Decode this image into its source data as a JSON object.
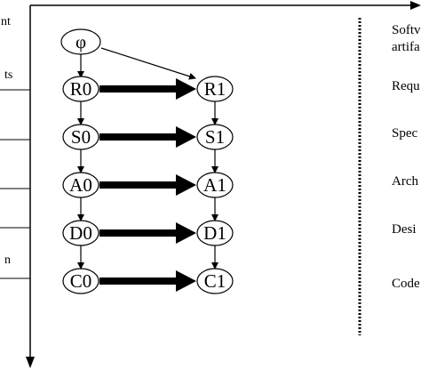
{
  "left_column": {
    "labels": [
      "nt",
      "ts",
      "n"
    ]
  },
  "diagram": {
    "root": "φ",
    "rows": [
      {
        "left": "R0",
        "right": "R1"
      },
      {
        "left": "S0",
        "right": "S1"
      },
      {
        "left": "A0",
        "right": "A1"
      },
      {
        "left": "D0",
        "right": "D1"
      },
      {
        "left": "C0",
        "right": "C1"
      }
    ]
  },
  "right_column": {
    "header_lines": [
      "Softv",
      "artifa"
    ],
    "items": [
      "Requ",
      "Spec",
      "Arch",
      "Desi",
      "Code"
    ]
  }
}
